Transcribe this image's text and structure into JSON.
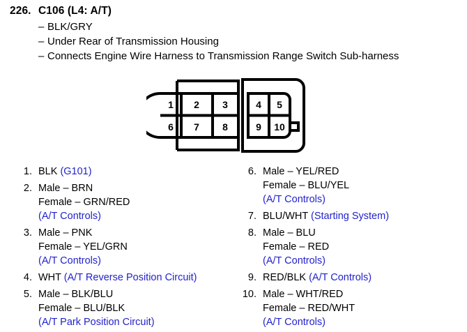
{
  "header": {
    "number": "226.",
    "connector": "C106 (L4: A/T)",
    "details": [
      {
        "dash": "–",
        "text": "BLK/GRY"
      },
      {
        "dash": "–",
        "text": "Under Rear of Transmission Housing"
      },
      {
        "dash": "–",
        "text": "Connects Engine Wire Harness to Transmission Range Switch Sub-harness"
      }
    ]
  },
  "colors": {
    "circuit_blue": "#2222cc",
    "text_black": "#000000",
    "background": "#ffffff"
  },
  "connector_diagram": {
    "cavity_count": 10,
    "rows": [
      [
        "1",
        "2",
        "3",
        "4",
        "5"
      ],
      [
        "6",
        "7",
        "8",
        "9",
        "10"
      ]
    ],
    "locking_tab": "right-side-tab"
  },
  "pins": {
    "left_column": [
      {
        "index": "1.",
        "lines": [
          [
            {
              "text": "BLK ",
              "style": "wire"
            },
            {
              "text": "(G101)",
              "style": "circuit"
            }
          ]
        ]
      },
      {
        "index": "2.",
        "lines": [
          [
            {
              "text": "Male – BRN",
              "style": "wire"
            }
          ],
          [
            {
              "text": "Female – GRN/RED",
              "style": "wire"
            }
          ],
          [
            {
              "text": "(A/T Controls)",
              "style": "circuit"
            }
          ]
        ]
      },
      {
        "index": "3.",
        "lines": [
          [
            {
              "text": "Male – PNK",
              "style": "wire"
            }
          ],
          [
            {
              "text": "Female – YEL/GRN",
              "style": "wire"
            }
          ],
          [
            {
              "text": "(A/T Controls)",
              "style": "circuit"
            }
          ]
        ]
      },
      {
        "index": "4.",
        "lines": [
          [
            {
              "text": "WHT ",
              "style": "wire"
            },
            {
              "text": "(A/T Reverse Position Circuit)",
              "style": "circuit"
            }
          ]
        ]
      },
      {
        "index": "5.",
        "lines": [
          [
            {
              "text": "Male – BLK/BLU",
              "style": "wire"
            }
          ],
          [
            {
              "text": "Female – BLU/BLK",
              "style": "wire"
            }
          ],
          [
            {
              "text": "(A/T Park Position Circuit)",
              "style": "circuit"
            }
          ]
        ]
      }
    ],
    "right_column": [
      {
        "index": "6.",
        "lines": [
          [
            {
              "text": "Male – YEL/RED",
              "style": "wire"
            }
          ],
          [
            {
              "text": "Female – BLU/YEL",
              "style": "wire"
            }
          ],
          [
            {
              "text": "(A/T Controls)",
              "style": "circuit"
            }
          ]
        ]
      },
      {
        "index": "7.",
        "lines": [
          [
            {
              "text": "BLU/WHT ",
              "style": "wire"
            },
            {
              "text": "(Starting System)",
              "style": "circuit"
            }
          ]
        ]
      },
      {
        "index": "8.",
        "lines": [
          [
            {
              "text": "Male – BLU",
              "style": "wire"
            }
          ],
          [
            {
              "text": "Female – RED",
              "style": "wire"
            }
          ],
          [
            {
              "text": "(A/T Controls)",
              "style": "circuit"
            }
          ]
        ]
      },
      {
        "index": "9.",
        "lines": [
          [
            {
              "text": "RED/BLK ",
              "style": "wire"
            },
            {
              "text": "(A/T Controls)",
              "style": "circuit"
            }
          ]
        ]
      },
      {
        "index": "10.",
        "lines": [
          [
            {
              "text": "Male – WHT/RED",
              "style": "wire"
            }
          ],
          [
            {
              "text": "Female – RED/WHT",
              "style": "wire"
            }
          ],
          [
            {
              "text": "(A/T Controls)",
              "style": "circuit"
            }
          ]
        ]
      }
    ]
  }
}
